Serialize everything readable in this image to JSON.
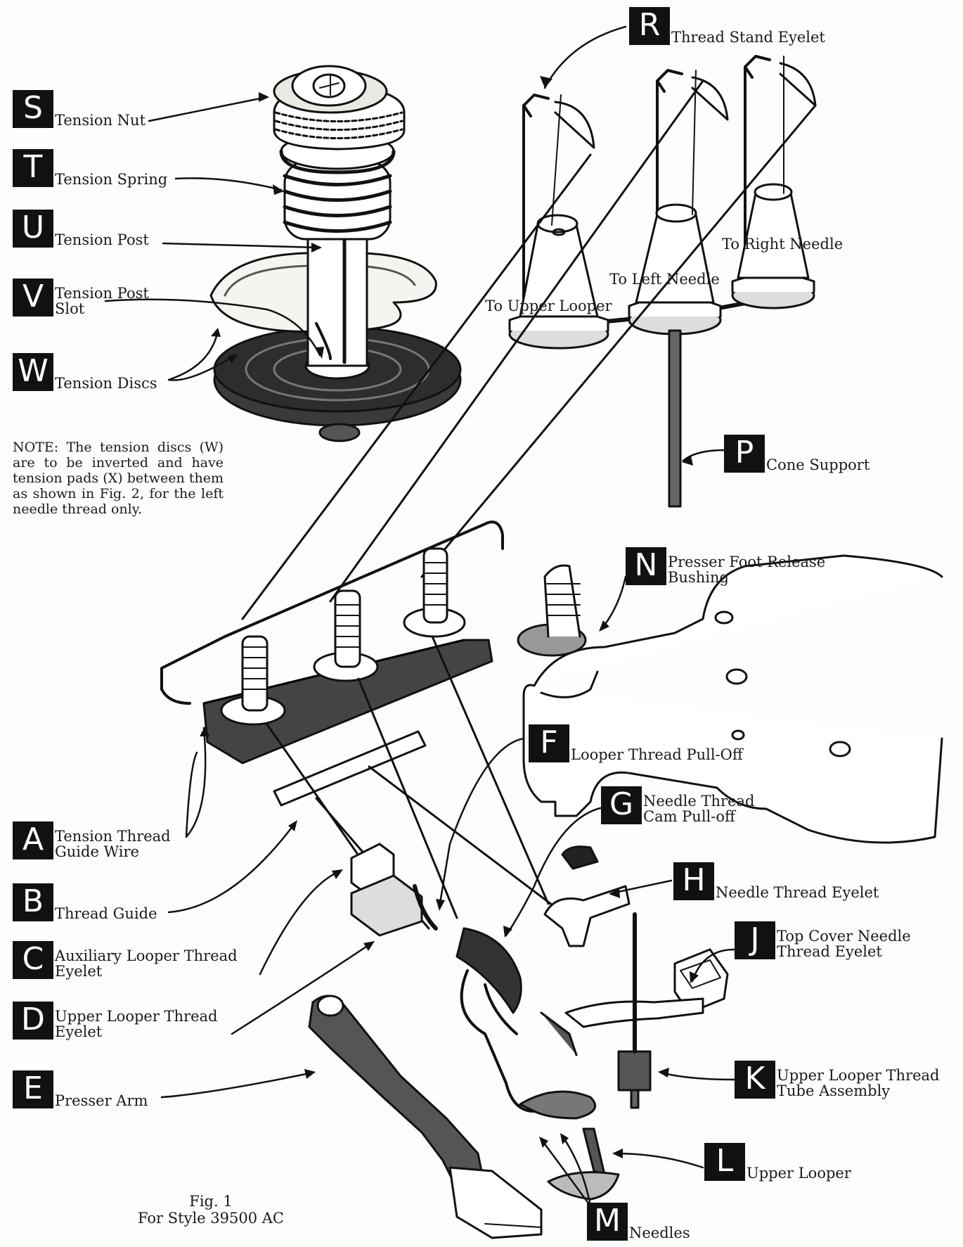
{
  "callouts": {
    "R": {
      "letter": "R",
      "text": "Thread Stand Eyelet"
    },
    "S": {
      "letter": "S",
      "text": "Tension Nut"
    },
    "T": {
      "letter": "T",
      "text": "Tension Spring"
    },
    "U": {
      "letter": "U",
      "text": "Tension Post"
    },
    "V": {
      "letter": "V",
      "text": "Tension Post\nSlot"
    },
    "W": {
      "letter": "W",
      "text": "Tension Discs"
    },
    "P": {
      "letter": "P",
      "text": "Cone Support"
    },
    "N": {
      "letter": "N",
      "text": "Presser Foot Release\nBushing"
    },
    "F": {
      "letter": "F",
      "text": "Looper Thread Pull-Off"
    },
    "G": {
      "letter": "G",
      "text": "Needle Thread\nCam Pull-off"
    },
    "A": {
      "letter": "A",
      "text": "Tension Thread\nGuide Wire"
    },
    "B": {
      "letter": "B",
      "text": "Thread Guide"
    },
    "H": {
      "letter": "H",
      "text": "Needle Thread Eyelet"
    },
    "J": {
      "letter": "J",
      "text": "Top Cover Needle\nThread Eyelet"
    },
    "C": {
      "letter": "C",
      "text": "Auxiliary Looper Thread\nEyelet"
    },
    "D": {
      "letter": "D",
      "text": "Upper Looper Thread\nEyelet"
    },
    "K": {
      "letter": "K",
      "text": "Upper Looper Thread\nTube Assembly"
    },
    "E": {
      "letter": "E",
      "text": "Presser Arm"
    },
    "L": {
      "letter": "L",
      "text": "Upper Looper"
    },
    "M": {
      "letter": "M",
      "text": "Needles"
    }
  },
  "labels": {
    "to_right_needle": "To Right Needle",
    "to_left_needle": "To Left Needle",
    "to_upper_looper": "To Upper Looper"
  },
  "note": "NOTE: The tension discs (W) are to be inverted and have tension pads (X) between them as shown in Fig. 2, for the left needle thread only.",
  "caption": {
    "line1": "Fig. 1",
    "line2": "For Style 39500 AC"
  }
}
